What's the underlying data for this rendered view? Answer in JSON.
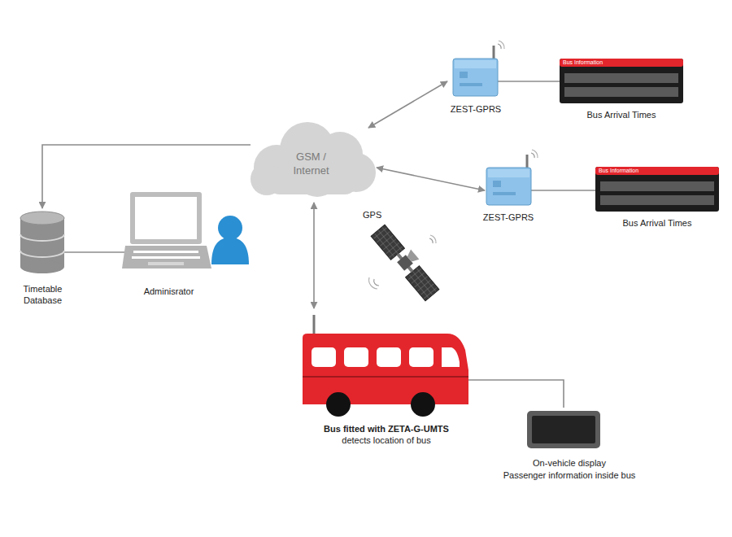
{
  "diagram": {
    "nodes": [
      {
        "text": [
          "ZEST-GPRS"
        ]
      },
      {
        "text": [
          "Bus Information",
          "Bus Arrival Times"
        ]
      },
      {
        "text": [
          "GSM / Internet"
        ]
      },
      {
        "text": [
          "ZEST-GPRS"
        ]
      },
      {
        "text": [
          "Bus Information",
          "Bus Arrival Times"
        ]
      },
      {
        "text": [
          "Timetable Database"
        ]
      },
      {
        "text": [
          "Adminisrator"
        ]
      },
      {
        "text": [
          "GPS"
        ]
      },
      {
        "text": [
          "Bus fitted with ZETA-G-UMTS",
          "detects location of bus"
        ]
      },
      {
        "text": [
          "On-vehicle display",
          "Passenger information inside bus"
        ]
      }
    ],
    "edges": [
      {
        "from": 2,
        "to": 0,
        "arrow": "both"
      },
      {
        "from": 0,
        "to": 1,
        "arrow": "none"
      },
      {
        "from": 2,
        "to": 3,
        "arrow": "both"
      },
      {
        "from": 3,
        "to": 4,
        "arrow": "none"
      },
      {
        "from": 2,
        "to": 5,
        "arrow": "to"
      },
      {
        "from": 5,
        "to": 6,
        "arrow": "none"
      },
      {
        "from": 2,
        "to": 8,
        "arrow": "both"
      },
      {
        "from": 8,
        "to": 9,
        "arrow": "none"
      }
    ]
  }
}
